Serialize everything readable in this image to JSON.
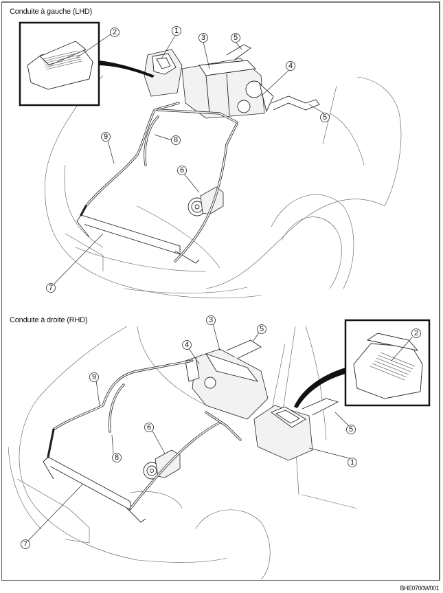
{
  "diagram": {
    "sections": [
      {
        "id": "lhd",
        "title": "Conduite à gauche (LHD)",
        "callouts": [
          "1",
          "2",
          "3",
          "4",
          "5",
          "5",
          "6",
          "7",
          "8",
          "9"
        ]
      },
      {
        "id": "rhd",
        "title": "Conduite à droite (RHD)",
        "callouts": [
          "1",
          "2",
          "3",
          "4",
          "5",
          "5",
          "6",
          "7",
          "8",
          "9"
        ]
      }
    ],
    "figure_code": "BHE0700W001"
  }
}
